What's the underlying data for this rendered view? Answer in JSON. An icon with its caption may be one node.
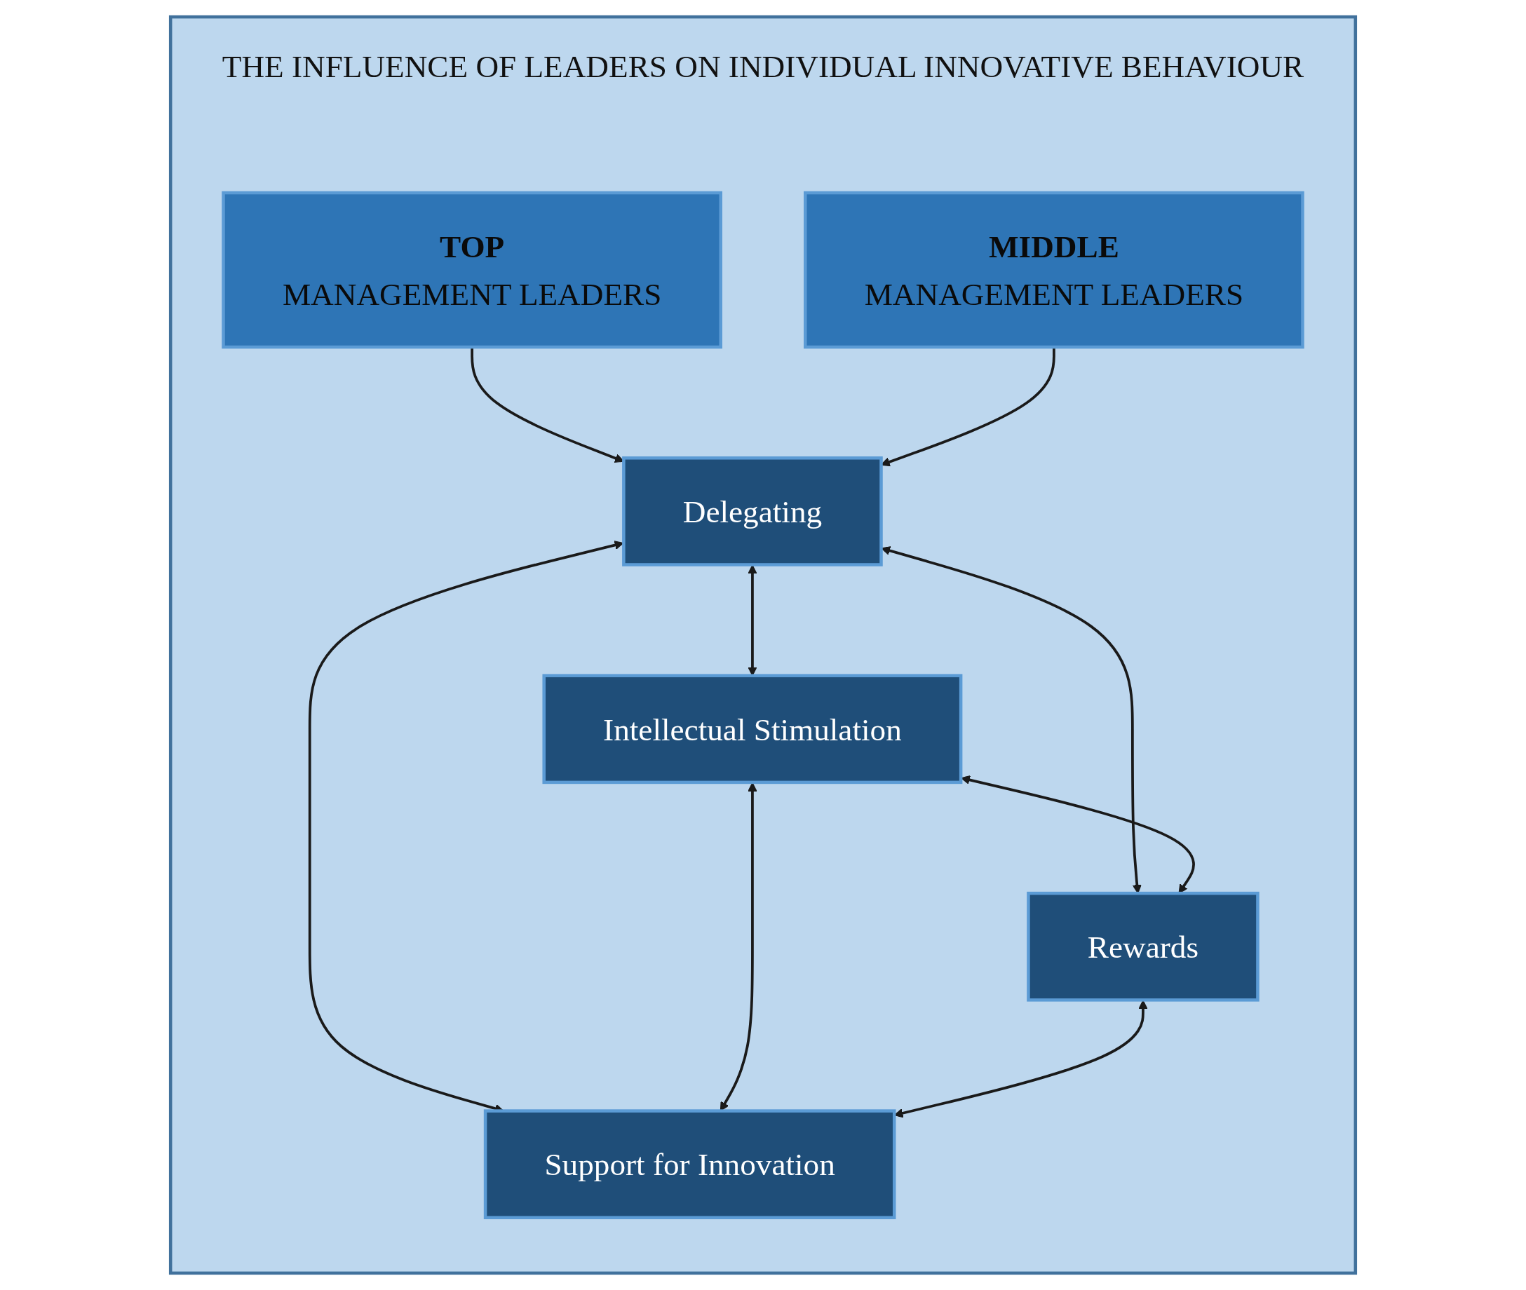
{
  "diagram": {
    "nodes": [
      {
        "text": [
          "THE INFLUENCE OF LEADERS ON INDIVIDUAL INNOVATIVE BEHAVIOUR"
        ]
      },
      {
        "text": [
          "TOP",
          "MANAGEMENT LEADERS"
        ],
        "in": 0
      },
      {
        "text": [
          "MIDDLE",
          "MANAGEMENT LEADERS"
        ],
        "in": 0
      },
      {
        "text": [
          "Delegating"
        ],
        "in": 0
      },
      {
        "text": [
          "Intellectual Stimulation"
        ],
        "in": 0
      },
      {
        "text": [
          "Rewards"
        ],
        "in": 0
      },
      {
        "text": [
          "Support for Innovation"
        ],
        "in": 0
      }
    ],
    "edges": [
      {
        "from": 1,
        "to": 3,
        "arrow": "to"
      },
      {
        "from": 2,
        "to": 3,
        "arrow": "to"
      },
      {
        "from": 3,
        "to": 4,
        "arrow": "both"
      },
      {
        "from": 3,
        "to": 5,
        "arrow": "both"
      },
      {
        "from": 3,
        "to": 6,
        "arrow": "both"
      },
      {
        "from": 4,
        "to": 5,
        "arrow": "both"
      },
      {
        "from": 4,
        "to": 6,
        "arrow": "both"
      },
      {
        "from": 5,
        "to": 6,
        "arrow": "both"
      }
    ]
  }
}
